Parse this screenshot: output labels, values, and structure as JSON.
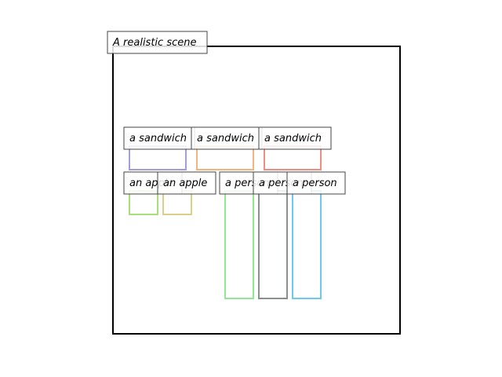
{
  "scene": {
    "title": "A realistic scene"
  },
  "objects": [
    {
      "label": "a sandwich",
      "color": "#a0a0d6"
    },
    {
      "label": "a sandwich",
      "color": "#f0b47c"
    },
    {
      "label": "a sandwich",
      "color": "#f08c82"
    },
    {
      "label": "an apple",
      "color": "#a6e07a"
    },
    {
      "label": "an apple",
      "color": "#dcd088"
    },
    {
      "label": "a person",
      "color": "#90e890"
    },
    {
      "label": "a person",
      "color": "#889090"
    },
    {
      "label": "a person",
      "color": "#6ccaee"
    }
  ]
}
